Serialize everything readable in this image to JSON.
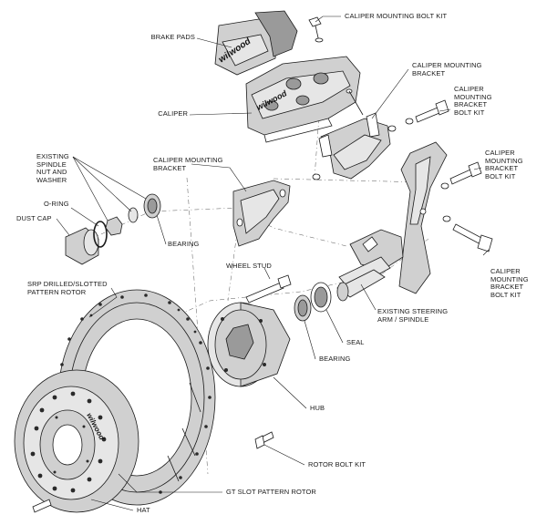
{
  "labels": {
    "caliper_mounting_bolt_kit_top": "CALIPER MOUNTING BOLT KIT",
    "brake_pads": "BRAKE PADS",
    "caliper_mounting_bracket_top": "CALIPER MOUNTING\nBRACKET",
    "caliper_mounting_bracket_bolt_kit_upper": "CALIPER\nMOUNTING\nBRACKET\nBOLT KIT",
    "caliper": "CALIPER",
    "caliper_mounting_bracket_left": "CALIPER MOUNTING\nBRACKET",
    "caliper_mounting_bracket_bolt_kit_middle": "CALIPER\nMOUNTING\nBRACKET\nBOLT KIT",
    "existing_spindle_nut_washer": "EXISTING\nSPINDLE\nNUT AND\nWASHER",
    "o_ring": "O-RING",
    "dust_cap": "DUST CAP",
    "bearing_upper": "BEARING",
    "caliper_mounting_bracket_bolt_kit_lower": "CALIPER\nMOUNTING\nBRACKET\nBOLT KIT",
    "wheel_stud": "WHEEL STUD",
    "srp_rotor": "SRP DRILLED/SLOTTED\nPATTERN ROTOR",
    "existing_steering_arm": "EXISTING STEERING\nARM / SPINDLE",
    "seal": "SEAL",
    "bearing_lower": "BEARING",
    "hub": "HUB",
    "rotor_bolt_kit": "ROTOR BOLT KIT",
    "gt_slot_rotor": "GT SLOT PATTERN ROTOR",
    "hat": "HAT"
  },
  "brand": {
    "logo_text": "wilwood"
  },
  "colors": {
    "ink": "#1a1a1a",
    "part_fill": "#d0d0d0",
    "part_dark": "#9a9a9a",
    "background": "#ffffff"
  }
}
